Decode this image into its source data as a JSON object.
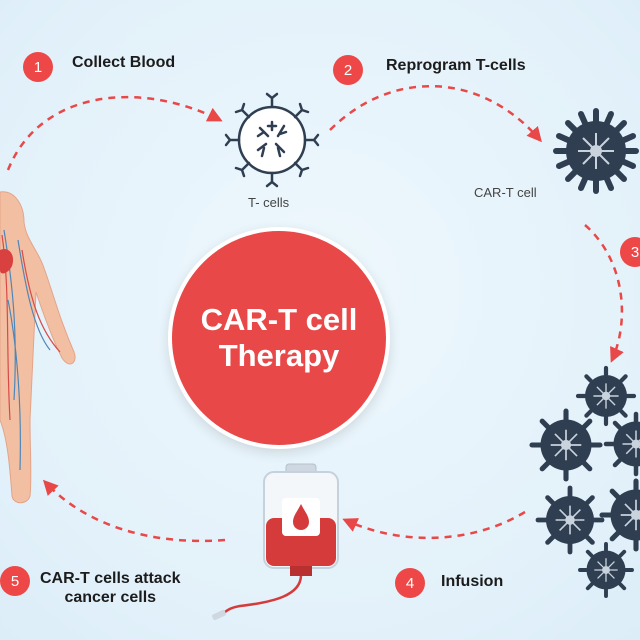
{
  "title": {
    "line1": "CAR-T cell",
    "line2": "Therapy"
  },
  "steps": [
    {
      "number": "1",
      "label": "Collect Blood"
    },
    {
      "number": "2",
      "label": "Reprogram T-cells"
    },
    {
      "number": "3"
    },
    {
      "number": "4",
      "label": "Infusion"
    },
    {
      "number": "5",
      "label_line1": "CAR-T cells attack",
      "label_line2": "cancer cells"
    }
  ],
  "captions": {
    "tcells": "T- cells",
    "cart_cell": "CAR-T cell"
  },
  "colors": {
    "accent": "#e84848",
    "background": "#e6f3fb",
    "cell": "#2f3e51",
    "arrow": "#e84848"
  },
  "icons": [
    "human-body-icon",
    "t-cell-icon",
    "car-t-cell-icon",
    "blood-bag-icon"
  ]
}
